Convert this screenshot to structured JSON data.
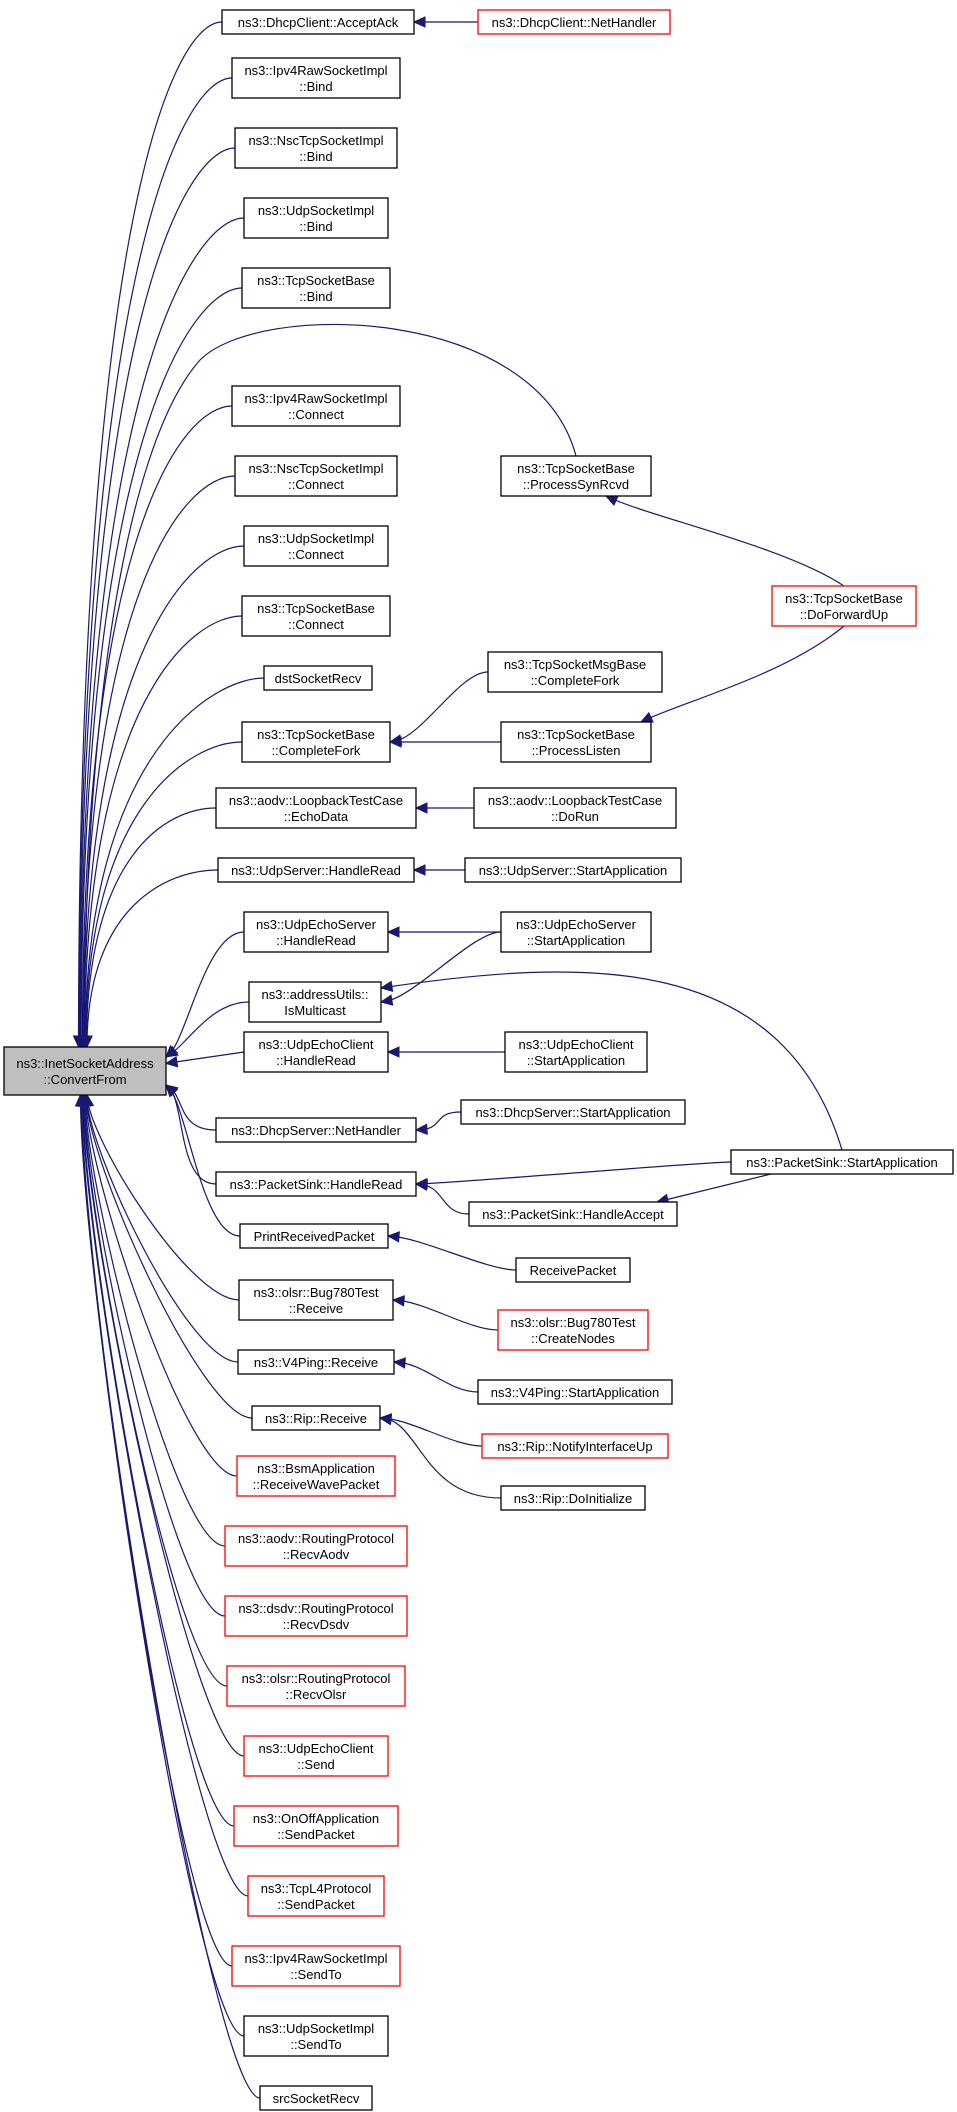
{
  "diagram": {
    "type": "call-graph",
    "colors": {
      "edge": "#191970",
      "truncated_border": "#ff0000",
      "normal_border": "#000000",
      "root_fill": "#bfbfbf"
    },
    "nodes": [
      {
        "id": "root",
        "lines": [
          "ns3::InetSocketAddress",
          "::ConvertFrom"
        ],
        "style": "root"
      },
      {
        "id": "dhcpc_accept",
        "lines": [
          "ns3::DhcpClient::AcceptAck"
        ],
        "style": "normal"
      },
      {
        "id": "dhcpc_nethandler",
        "lines": [
          "ns3::DhcpClient::NetHandler"
        ],
        "style": "red"
      },
      {
        "id": "ipv4raw_bind",
        "lines": [
          "ns3::Ipv4RawSocketImpl",
          "::Bind"
        ],
        "style": "normal"
      },
      {
        "id": "nsc_bind",
        "lines": [
          "ns3::NscTcpSocketImpl",
          "::Bind"
        ],
        "style": "normal"
      },
      {
        "id": "udp_bind",
        "lines": [
          "ns3::UdpSocketImpl",
          "::Bind"
        ],
        "style": "normal"
      },
      {
        "id": "tcp_bind",
        "lines": [
          "ns3::TcpSocketBase",
          "::Bind"
        ],
        "style": "normal"
      },
      {
        "id": "ipv4raw_connect",
        "lines": [
          "ns3::Ipv4RawSocketImpl",
          "::Connect"
        ],
        "style": "normal"
      },
      {
        "id": "tcp_synrcvd",
        "lines": [
          "ns3::TcpSocketBase",
          "::ProcessSynRcvd"
        ],
        "style": "normal"
      },
      {
        "id": "nsc_connect",
        "lines": [
          "ns3::NscTcpSocketImpl",
          "::Connect"
        ],
        "style": "normal"
      },
      {
        "id": "udp_connect",
        "lines": [
          "ns3::UdpSocketImpl",
          "::Connect"
        ],
        "style": "normal"
      },
      {
        "id": "tcp_forwardup",
        "lines": [
          "ns3::TcpSocketBase",
          "::DoForwardUp"
        ],
        "style": "red"
      },
      {
        "id": "tcp_connect",
        "lines": [
          "ns3::TcpSocketBase",
          "::Connect"
        ],
        "style": "normal"
      },
      {
        "id": "dst_recv",
        "lines": [
          "dstSocketRecv"
        ],
        "style": "normal"
      },
      {
        "id": "tcpmsg_fork",
        "lines": [
          "ns3::TcpSocketMsgBase",
          "::CompleteFork"
        ],
        "style": "normal"
      },
      {
        "id": "tcp_fork",
        "lines": [
          "ns3::TcpSocketBase",
          "::CompleteFork"
        ],
        "style": "normal"
      },
      {
        "id": "tcp_listen",
        "lines": [
          "ns3::TcpSocketBase",
          "::ProcessListen"
        ],
        "style": "normal"
      },
      {
        "id": "aodv_echodata",
        "lines": [
          "ns3::aodv::LoopbackTestCase",
          "::EchoData"
        ],
        "style": "normal"
      },
      {
        "id": "aodv_dorun",
        "lines": [
          "ns3::aodv::LoopbackTestCase",
          "::DoRun"
        ],
        "style": "normal"
      },
      {
        "id": "udpsrv_handle",
        "lines": [
          "ns3::UdpServer::HandleRead"
        ],
        "style": "normal"
      },
      {
        "id": "udpsrv_start",
        "lines": [
          "ns3::UdpServer::StartApplication"
        ],
        "style": "normal"
      },
      {
        "id": "echosrv_handle",
        "lines": [
          "ns3::UdpEchoServer",
          "::HandleRead"
        ],
        "style": "normal"
      },
      {
        "id": "echosrv_start",
        "lines": [
          "ns3::UdpEchoServer",
          "::StartApplication"
        ],
        "style": "normal"
      },
      {
        "id": "addr_multicast",
        "lines": [
          "ns3::addressUtils::",
          "IsMulticast"
        ],
        "style": "normal"
      },
      {
        "id": "echocli_handle",
        "lines": [
          "ns3::UdpEchoClient",
          "::HandleRead"
        ],
        "style": "normal"
      },
      {
        "id": "echocli_start",
        "lines": [
          "ns3::UdpEchoClient",
          "::StartApplication"
        ],
        "style": "normal"
      },
      {
        "id": "dhcps_nethandler",
        "lines": [
          "ns3::DhcpServer::NetHandler"
        ],
        "style": "normal"
      },
      {
        "id": "dhcps_start",
        "lines": [
          "ns3::DhcpServer::StartApplication"
        ],
        "style": "normal"
      },
      {
        "id": "sink_start",
        "lines": [
          "ns3::PacketSink::StartApplication"
        ],
        "style": "normal"
      },
      {
        "id": "sink_handle",
        "lines": [
          "ns3::PacketSink::HandleRead"
        ],
        "style": "normal"
      },
      {
        "id": "sink_accept",
        "lines": [
          "ns3::PacketSink::HandleAccept"
        ],
        "style": "normal"
      },
      {
        "id": "print_pkt",
        "lines": [
          "PrintReceivedPacket"
        ],
        "style": "normal"
      },
      {
        "id": "recv_pkt",
        "lines": [
          "ReceivePacket"
        ],
        "style": "normal"
      },
      {
        "id": "bug780_recv",
        "lines": [
          "ns3::olsr::Bug780Test",
          "::Receive"
        ],
        "style": "normal"
      },
      {
        "id": "bug780_nodes",
        "lines": [
          "ns3::olsr::Bug780Test",
          "::CreateNodes"
        ],
        "style": "red"
      },
      {
        "id": "v4ping_recv",
        "lines": [
          "ns3::V4Ping::Receive"
        ],
        "style": "normal"
      },
      {
        "id": "v4ping_start",
        "lines": [
          "ns3::V4Ping::StartApplication"
        ],
        "style": "normal"
      },
      {
        "id": "rip_recv",
        "lines": [
          "ns3::Rip::Receive"
        ],
        "style": "normal"
      },
      {
        "id": "rip_notify",
        "lines": [
          "ns3::Rip::NotifyInterfaceUp"
        ],
        "style": "red"
      },
      {
        "id": "rip_init",
        "lines": [
          "ns3::Rip::DoInitialize"
        ],
        "style": "normal"
      },
      {
        "id": "bsm_recv",
        "lines": [
          "ns3::BsmApplication",
          "::ReceiveWavePacket"
        ],
        "style": "red"
      },
      {
        "id": "aodv_recv",
        "lines": [
          "ns3::aodv::RoutingProtocol",
          "::RecvAodv"
        ],
        "style": "red"
      },
      {
        "id": "dsdv_recv",
        "lines": [
          "ns3::dsdv::RoutingProtocol",
          "::RecvDsdv"
        ],
        "style": "red"
      },
      {
        "id": "olsr_recv",
        "lines": [
          "ns3::olsr::RoutingProtocol",
          "::RecvOlsr"
        ],
        "style": "red"
      },
      {
        "id": "echocli_send",
        "lines": [
          "ns3::UdpEchoClient",
          "::Send"
        ],
        "style": "red"
      },
      {
        "id": "onoff_send",
        "lines": [
          "ns3::OnOffApplication",
          "::SendPacket"
        ],
        "style": "red"
      },
      {
        "id": "tcpl4_send",
        "lines": [
          "ns3::TcpL4Protocol",
          "::SendPacket"
        ],
        "style": "red"
      },
      {
        "id": "ipv4raw_sendto",
        "lines": [
          "ns3::Ipv4RawSocketImpl",
          "::SendTo"
        ],
        "style": "red"
      },
      {
        "id": "udp_sendto",
        "lines": [
          "ns3::UdpSocketImpl",
          "::SendTo"
        ],
        "style": "normal"
      },
      {
        "id": "src_recv",
        "lines": [
          "srcSocketRecv"
        ],
        "style": "normal"
      }
    ],
    "edges": [
      [
        "dhcpc_accept",
        "root"
      ],
      [
        "ipv4raw_bind",
        "root"
      ],
      [
        "nsc_bind",
        "root"
      ],
      [
        "udp_bind",
        "root"
      ],
      [
        "tcp_bind",
        "root"
      ],
      [
        "tcp_synrcvd",
        "root"
      ],
      [
        "ipv4raw_connect",
        "root"
      ],
      [
        "nsc_connect",
        "root"
      ],
      [
        "udp_connect",
        "root"
      ],
      [
        "tcp_connect",
        "root"
      ],
      [
        "dst_recv",
        "root"
      ],
      [
        "tcp_fork",
        "root"
      ],
      [
        "aodv_echodata",
        "root"
      ],
      [
        "udpsrv_handle",
        "root"
      ],
      [
        "echosrv_handle",
        "root"
      ],
      [
        "addr_multicast",
        "root"
      ],
      [
        "echocli_handle",
        "root"
      ],
      [
        "dhcps_nethandler",
        "root"
      ],
      [
        "sink_handle",
        "root"
      ],
      [
        "print_pkt",
        "root"
      ],
      [
        "bug780_recv",
        "root"
      ],
      [
        "v4ping_recv",
        "root"
      ],
      [
        "rip_recv",
        "root"
      ],
      [
        "bsm_recv",
        "root"
      ],
      [
        "aodv_recv",
        "root"
      ],
      [
        "dsdv_recv",
        "root"
      ],
      [
        "olsr_recv",
        "root"
      ],
      [
        "echocli_send",
        "root"
      ],
      [
        "onoff_send",
        "root"
      ],
      [
        "tcpl4_send",
        "root"
      ],
      [
        "ipv4raw_sendto",
        "root"
      ],
      [
        "udp_sendto",
        "root"
      ],
      [
        "src_recv",
        "root"
      ],
      [
        "dhcpc_nethandler",
        "dhcpc_accept"
      ],
      [
        "tcp_forwardup",
        "tcp_synrcvd"
      ],
      [
        "tcp_forwardup",
        "tcp_listen"
      ],
      [
        "tcpmsg_fork",
        "tcp_fork"
      ],
      [
        "tcp_listen",
        "tcp_fork"
      ],
      [
        "aodv_dorun",
        "aodv_echodata"
      ],
      [
        "udpsrv_start",
        "udpsrv_handle"
      ],
      [
        "echosrv_start",
        "echosrv_handle"
      ],
      [
        "echosrv_start",
        "addr_multicast"
      ],
      [
        "sink_start",
        "addr_multicast"
      ],
      [
        "echocli_start",
        "echocli_handle"
      ],
      [
        "dhcps_start",
        "dhcps_nethandler"
      ],
      [
        "sink_start",
        "sink_handle"
      ],
      [
        "sink_accept",
        "sink_handle"
      ],
      [
        "sink_start",
        "sink_accept"
      ],
      [
        "recv_pkt",
        "print_pkt"
      ],
      [
        "bug780_nodes",
        "bug780_recv"
      ],
      [
        "v4ping_start",
        "v4ping_recv"
      ],
      [
        "rip_notify",
        "rip_recv"
      ],
      [
        "rip_init",
        "rip_recv"
      ]
    ]
  }
}
